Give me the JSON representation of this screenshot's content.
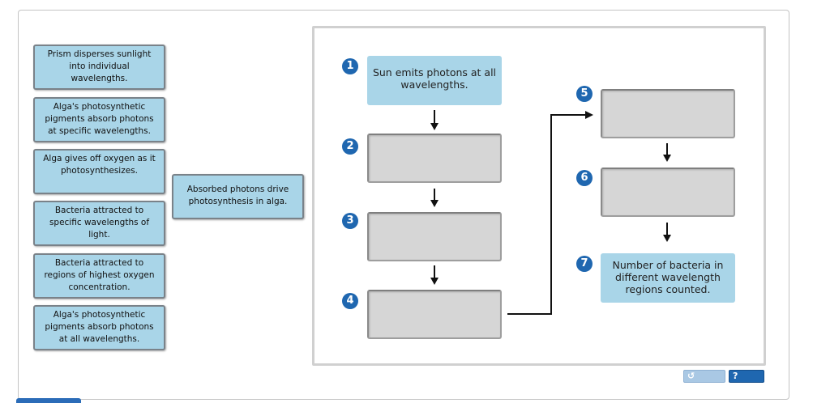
{
  "tiles": [
    {
      "text": "Prism disperses sunlight into individual wavelengths."
    },
    {
      "text": "Alga's photosynthetic pigments absorb photons at specific wavelengths."
    },
    {
      "text": "Alga gives off oxygen as it photosynthesizes."
    },
    {
      "text": "Bacteria attracted to specific wavelengths of light."
    },
    {
      "text": "Bacteria attracted to regions of highest oxygen concentration."
    },
    {
      "text": "Alga's photosynthetic pigments absorb photons at all wavelengths."
    },
    {
      "text": "Absorbed photons drive photosynthesis in alga."
    }
  ],
  "steps": [
    {
      "number": "1",
      "text": "Sun emits photons at all wavelengths."
    },
    {
      "number": "2",
      "text": ""
    },
    {
      "number": "3",
      "text": ""
    },
    {
      "number": "4",
      "text": ""
    },
    {
      "number": "5",
      "text": ""
    },
    {
      "number": "6",
      "text": ""
    },
    {
      "number": "7",
      "text": "Number of bacteria in different wavelength regions counted."
    }
  ],
  "controls": {
    "reset_label": "reset",
    "reset_icon": "undo-icon",
    "help_label": "help",
    "help_icon": "question-icon"
  },
  "colors": {
    "tile": "#a9d5e8",
    "number_badge": "#1f67b0",
    "slot": "#d6d6d6"
  }
}
